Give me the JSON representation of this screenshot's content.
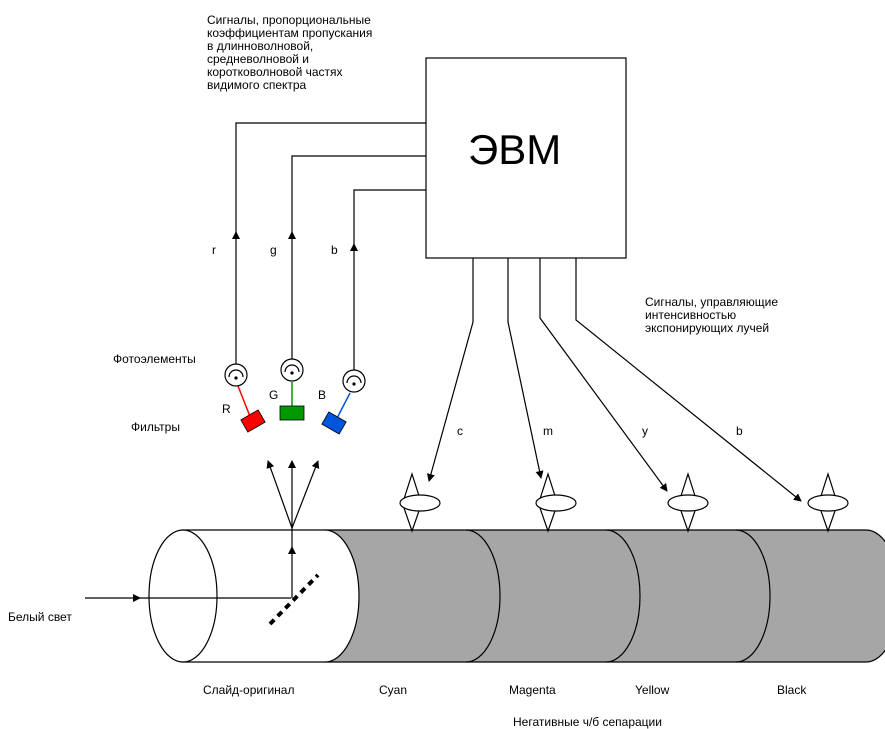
{
  "computer": {
    "label": "ЭВМ"
  },
  "input_signals_note": [
    "Сигналы, пропорциональные",
    "коэффициентам пропускания",
    "в длинноволновой,",
    "средневолновой и",
    "коротковолновой частях",
    "видимого спектра"
  ],
  "output_signals_note": [
    "Сигналы, управляющие",
    "интенсивностью",
    "экспонирующих лучей"
  ],
  "signal_labels": {
    "r": "r",
    "g": "g",
    "b": "b"
  },
  "photocells_label": "Фотоэлементы",
  "filters_label": "Фильтры",
  "filter_letters": {
    "r": "R",
    "g": "G",
    "b": "B"
  },
  "beam_labels": {
    "c": "c",
    "m": "m",
    "y": "y",
    "b": "b"
  },
  "white_light_label": "Белый свет",
  "drum_labels": {
    "slide": "Слайд-оригинал",
    "cyan": "Cyan",
    "magenta": "Magenta",
    "yellow": "Yellow",
    "black": "Black"
  },
  "separations_label": "Негативные ч/б сепарации",
  "colors": {
    "red_filter": "#ff0000",
    "green_filter": "#009900",
    "blue_filter": "#0055dd",
    "drum_gray": "#a6a6a6"
  }
}
